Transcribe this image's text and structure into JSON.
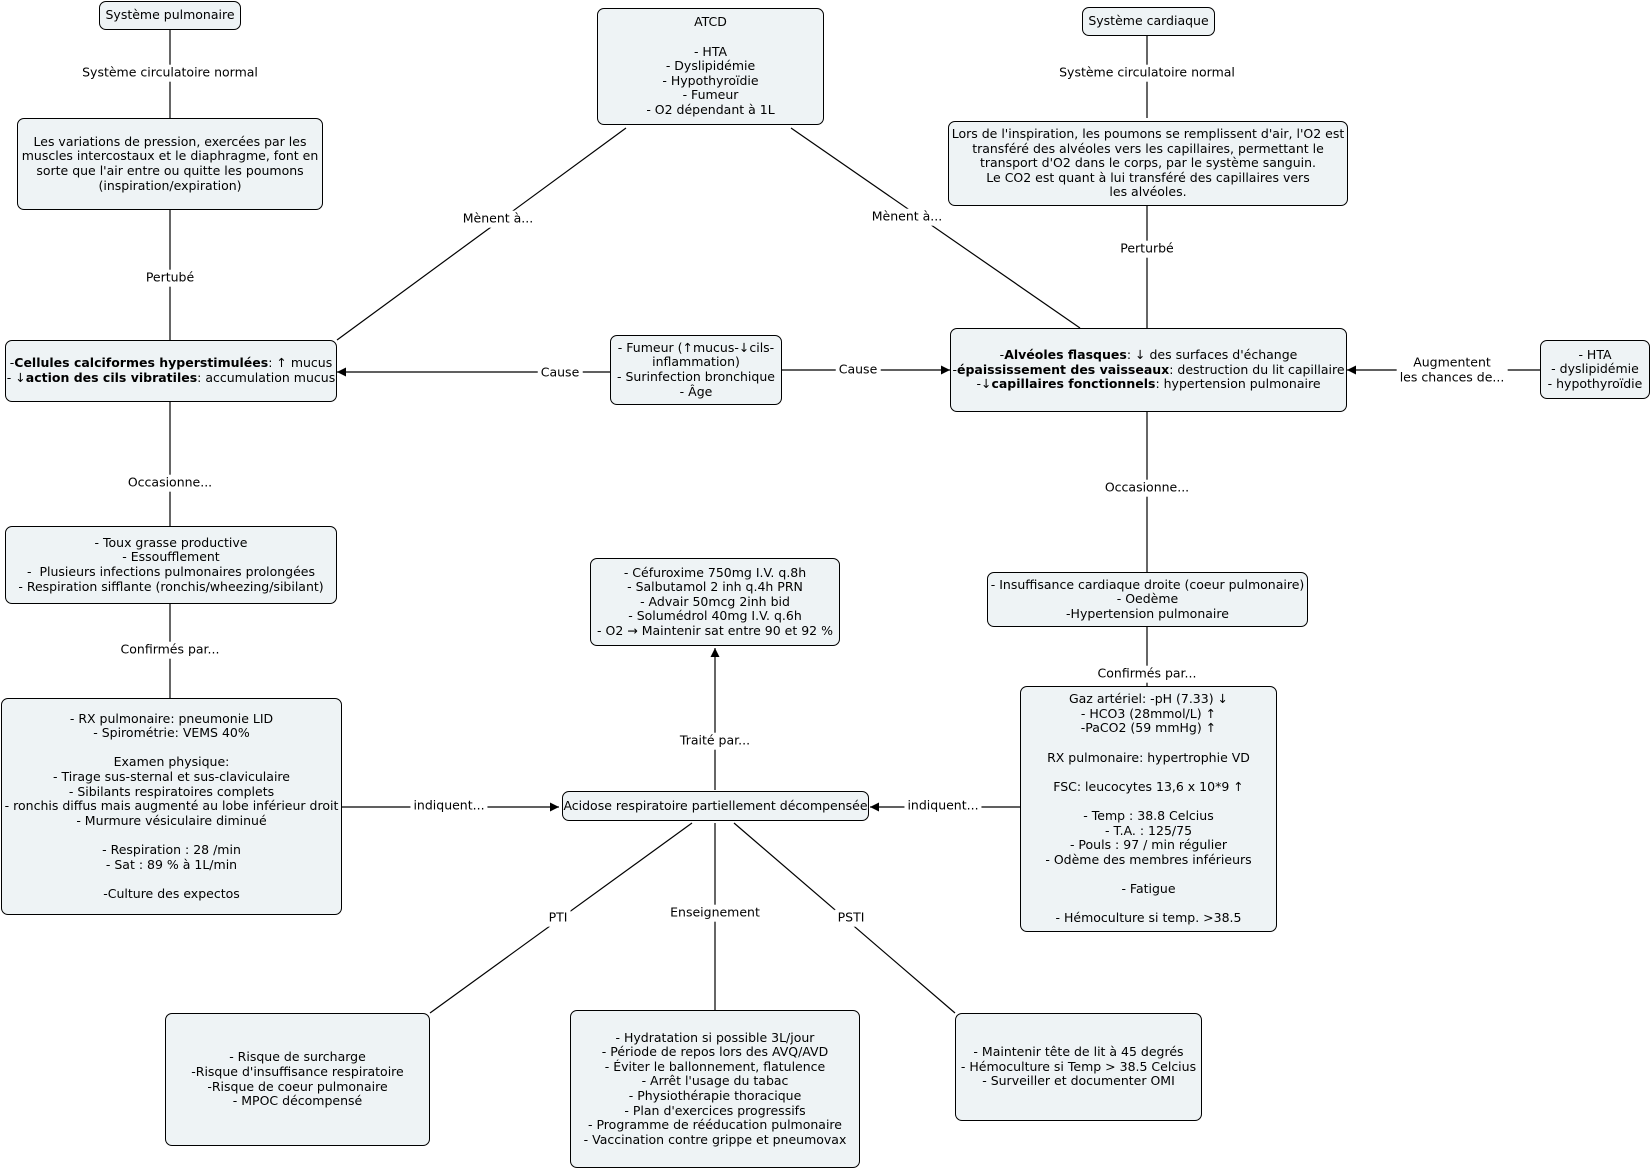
{
  "nodes": {
    "pulm_title": {
      "lines": [
        "Système pulmonaire"
      ]
    },
    "atcd": {
      "lines": [
        "ATCD",
        "",
        "- HTA",
        "- Dyslipidémie",
        "- Hypothyroïdie",
        "- Fumeur",
        "- O2 dépendant à 1L"
      ]
    },
    "card_title": {
      "lines": [
        "Système cardiaque"
      ]
    },
    "pulm_normal": {
      "lines": [
        "Les variations de pression, exercées par les",
        "muscles intercostaux et le diaphragme, font en",
        "sorte que l'air entre ou quitte les poumons",
        "(inspiration/expiration)"
      ]
    },
    "card_normal": {
      "lines": [
        "Lors de l'inspiration, les poumons se remplissent d'air, l'O2 est",
        "transféré des alvéoles vers les capillaires, permettant le",
        "transport d'O2 dans le corps, par le système sanguin.",
        "Le CO2 est quant à lui transféré des capillaires vers",
        "les alvéoles."
      ]
    },
    "cells": {
      "line1": {
        "pre": "-",
        "bold": "Cellules calciformes hyperstimulées",
        "post": ": ↑ mucus"
      },
      "line2": {
        "pre": "- ↓",
        "bold": "action des cils vibratiles",
        "post": ": accumulation mucus"
      }
    },
    "causes": {
      "lines": [
        "- Fumeur (↑mucus-↓cils-",
        "inflammation)",
        "- Surinfection bronchique",
        "- Âge"
      ]
    },
    "alveoles": {
      "line1": {
        "pre": "-",
        "bold": "Alvéoles flasques",
        "post": ": ↓ des surfaces d'échange"
      },
      "line2": {
        "pre": "-",
        "bold": "épaississement des vaisseaux",
        "post": ": destruction du lit capillaire"
      },
      "line3": {
        "pre": "-↓",
        "bold": "capillaires fonctionnels",
        "post": ": hypertension pulmonaire"
      }
    },
    "risk": {
      "lines": [
        "- HTA",
        "- dyslipidémie",
        "- hypothyroïdie"
      ]
    },
    "symptoms_pulm": {
      "lines": [
        "- Toux grasse productive",
        "- Essoufflement",
        "-  Plusieurs infections pulmonaires prolongées",
        "- Respiration sifflante (ronchis/wheezing/sibilant)"
      ]
    },
    "treatment": {
      "lines": [
        "- Céfuroxime 750mg I.V. q.8h",
        "- Salbutamol 2 inh q.4h PRN",
        "- Advair 50mcg 2inh bid",
        "- Solumédrol 40mg I.V. q.6h",
        "- O2 → Maintenir sat entre 90 et 92 %"
      ]
    },
    "symptoms_card": {
      "lines": [
        "- Insuffisance cardiaque droite (coeur pulmonaire)",
        "- Oedème",
        "-Hypertension pulmonaire"
      ]
    },
    "exams_pulm": {
      "lines": [
        "- RX pulmonaire: pneumonie LID",
        "- Spirométrie: VEMS 40%",
        "",
        "Examen physique:",
        "- Tirage sus-sternal et sus-claviculaire",
        "- Sibilants respiratoires complets",
        "- ronchis diffus mais augmenté au lobe inférieur droit",
        "- Murmure vésiculaire diminué",
        "",
        "- Respiration : 28 /min",
        "- Sat : 89 % à 1L/min",
        "",
        "-Culture des expectos"
      ]
    },
    "acidose": {
      "lines": [
        "Acidose respiratoire partiellement décompensée"
      ]
    },
    "exams_card": {
      "lines": [
        "Gaz artériel: -pH (7.33) ↓",
        "- HCO3 (28mmol/L) ↑",
        "-PaCO2 (59 mmHg) ↑",
        "",
        "RX pulmonaire: hypertrophie VD",
        "",
        "FSC: leucocytes 13,6 x 10*9 ↑",
        "",
        "- Temp : 38.8 Celcius",
        "- T.A. : 125/75",
        "- Pouls : 97 / min régulier",
        "- Odème des membres inférieurs",
        "",
        "- Fatigue",
        "",
        "- Hémoculture si temp. >38.5"
      ]
    },
    "pti": {
      "lines": [
        "- Risque de surcharge",
        "-Risque d'insuffisance respiratoire",
        "-Risque de coeur pulmonaire",
        "- MPOC décompensé"
      ]
    },
    "enseignement": {
      "lines": [
        "- Hydratation si possible 3L/jour",
        "- Période de repos lors des AVQ/AVD",
        "- Éviter le ballonnement, flatulence",
        "- Arrêt l'usage du tabac",
        "- Physiothérapie thoracique",
        "- Plan d'exercices progressifs",
        "- Programme de rééducation pulmonaire",
        "- Vaccination contre grippe et pneumovax"
      ]
    },
    "psti": {
      "lines": [
        "- Maintenir tête de lit à 45 degrés",
        "- Hémoculture si Temp > 38.5 Celcius",
        "- Surveiller et documenter OMI"
      ]
    }
  },
  "links": {
    "pulm_normal": "Système circulatoire normal",
    "card_normal": "Système circulatoire normal",
    "perturbe_pulm": "Pertubé",
    "perturbe_card": "Perturbé",
    "menent_left": "Mènent à...",
    "menent_right": "Mènent à...",
    "cause_left": "Cause",
    "cause_right": "Cause",
    "augmentent": "Augmentent\nles chances de...",
    "occasionne_pulm": "Occasionne...",
    "occasionne_card": "Occasionne...",
    "confirmes_pulm": "Confirmés par...",
    "confirmes_card": "Confirmés par...",
    "traite": "Traité par...",
    "indiquent_left": "indiquent...",
    "indiquent_right": "indiquent...",
    "pti": "PTI",
    "enseignement": "Enseignement",
    "psti": "PSTI"
  }
}
